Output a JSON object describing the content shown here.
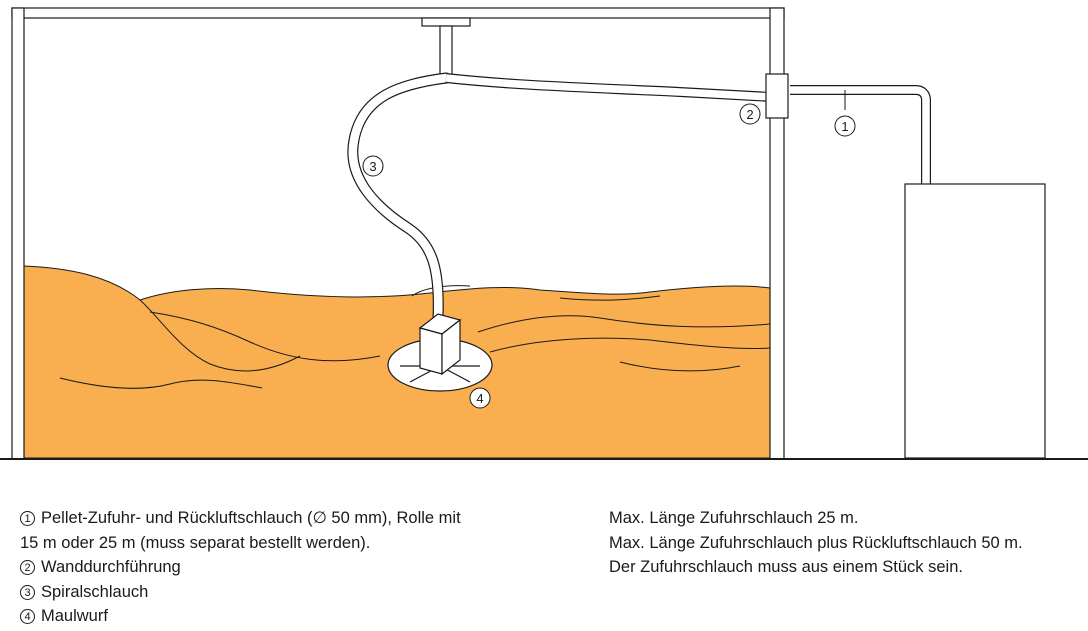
{
  "callouts": {
    "c1": "1",
    "c2": "2",
    "c3": "3",
    "c4": "4"
  },
  "legend": {
    "item1_num": "1",
    "item1_line1": "Pellet-Zufuhr- und Rückluftschlauch (∅ 50 mm), Rolle mit",
    "item1_line2": "15 m oder 25 m (muss separat bestellt werden).",
    "item2_num": "2",
    "item2_text": "Wanddurchführung",
    "item3_num": "3",
    "item3_text": "Spiralschlauch",
    "item4_num": "4",
    "item4_text": "Maulwurf"
  },
  "notes": [
    "Max. Länge Zufuhrschlauch 25 m.",
    "Max. Länge Zufuhrschlauch plus Rückluftschlauch 50 m.",
    "Der Zufuhrschlauch muss aus einem Stück sein."
  ],
  "colors": {
    "pellets": "#F9AE4F",
    "line": "#1a1a1a",
    "fill": "#ffffff"
  }
}
